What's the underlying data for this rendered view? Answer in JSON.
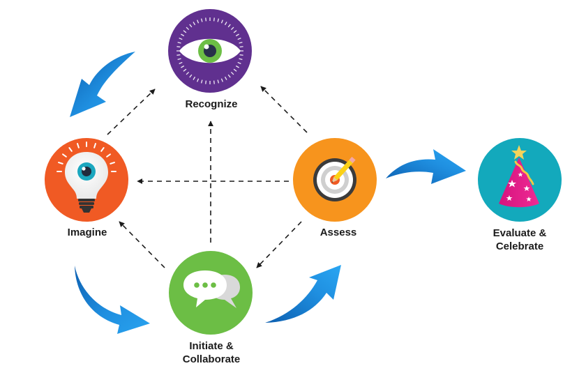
{
  "diagram": {
    "nodes": [
      {
        "id": "recognize",
        "label": "Recognize",
        "color": "#60308f",
        "icon": "eye-icon"
      },
      {
        "id": "imagine",
        "label": "Imagine",
        "color": "#f05a24",
        "icon": "lightbulb-icon"
      },
      {
        "id": "assess",
        "label": "Assess",
        "color": "#f7941d",
        "icon": "target-icon"
      },
      {
        "id": "initiate",
        "label": "Initiate &\nCollaborate",
        "color": "#6cbe45",
        "icon": "chat-bubbles-icon"
      },
      {
        "id": "evaluate",
        "label": "Evaluate &\nCelebrate",
        "color": "#13a9bc",
        "icon": "party-hat-icon"
      }
    ],
    "arrow_color": "#1c86d6",
    "dashed_color": "#1b1b1b"
  }
}
